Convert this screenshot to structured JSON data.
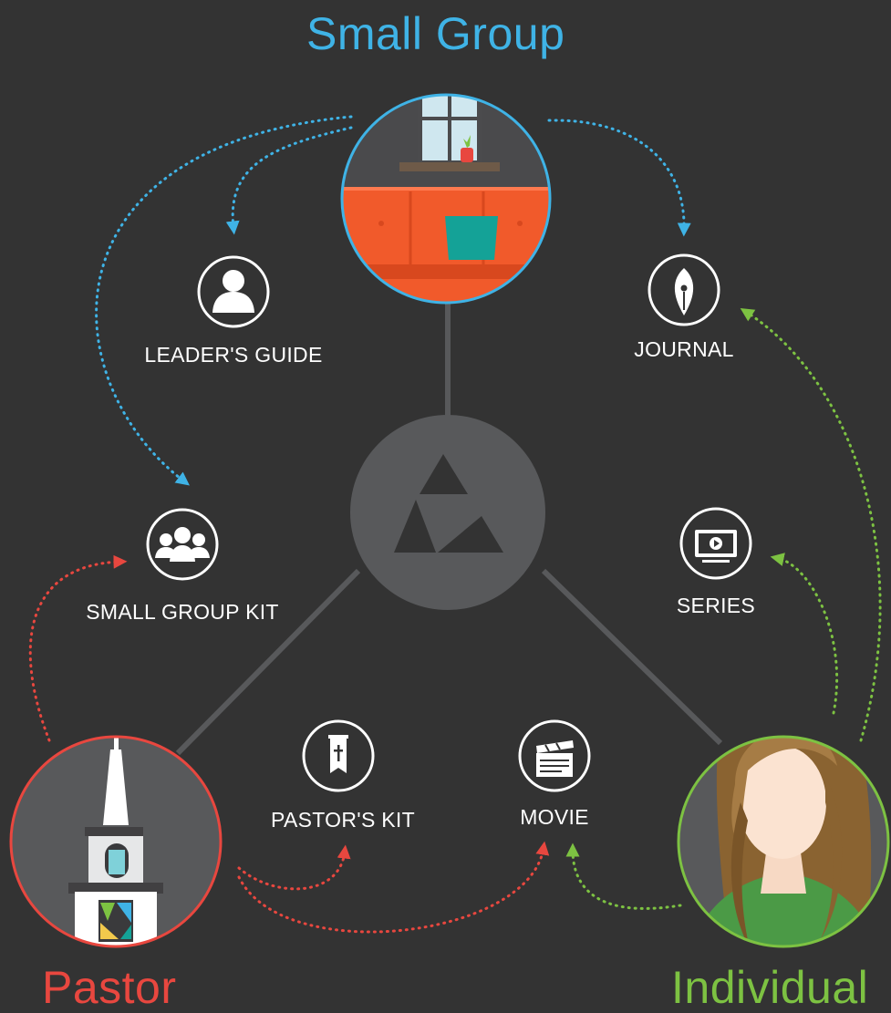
{
  "titles": {
    "small_group": "Small Group",
    "pastor": "Pastor",
    "individual": "Individual"
  },
  "resources": {
    "leaders_guide": "LEADER'S GUIDE",
    "journal": "JOURNAL",
    "small_group_kit": "SMALL GROUP KIT",
    "series": "SERIES",
    "pastors_kit": "PASTOR'S KIT",
    "movie": "MOVIE"
  },
  "colors": {
    "background": "#333333",
    "small_group": "#3fb3e6",
    "pastor": "#e8473f",
    "individual": "#7dc242",
    "hub": "#58595b",
    "connector": "#58595b",
    "icon": "#ffffff"
  },
  "icons": {
    "small_group_scene": "living-room-window-couch",
    "pastor_scene": "church-steeple",
    "individual_scene": "woman-avatar",
    "hub": "triangle-play-logo",
    "leaders_guide": "person-icon",
    "journal": "pen-nib-icon",
    "small_group_kit": "group-icon",
    "series": "tv-play-icon",
    "pastors_kit": "banner-cross-icon",
    "movie": "clapperboard-icon"
  }
}
